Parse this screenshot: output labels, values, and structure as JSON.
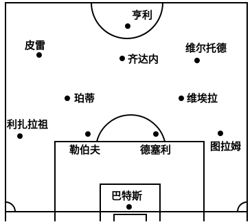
{
  "diagram": {
    "line_color": "#000000",
    "background_color": "#ffffff",
    "players": [
      {
        "name": "亨利"
      },
      {
        "name": "皮雷"
      },
      {
        "name": "齐达内"
      },
      {
        "name": "维尔托德"
      },
      {
        "name": "珀蒂"
      },
      {
        "name": "维埃拉"
      },
      {
        "name": "利扎拉祖"
      },
      {
        "name": "勒伯夫"
      },
      {
        "name": "德塞利"
      },
      {
        "name": "图拉姆"
      },
      {
        "name": "巴特斯"
      }
    ]
  }
}
